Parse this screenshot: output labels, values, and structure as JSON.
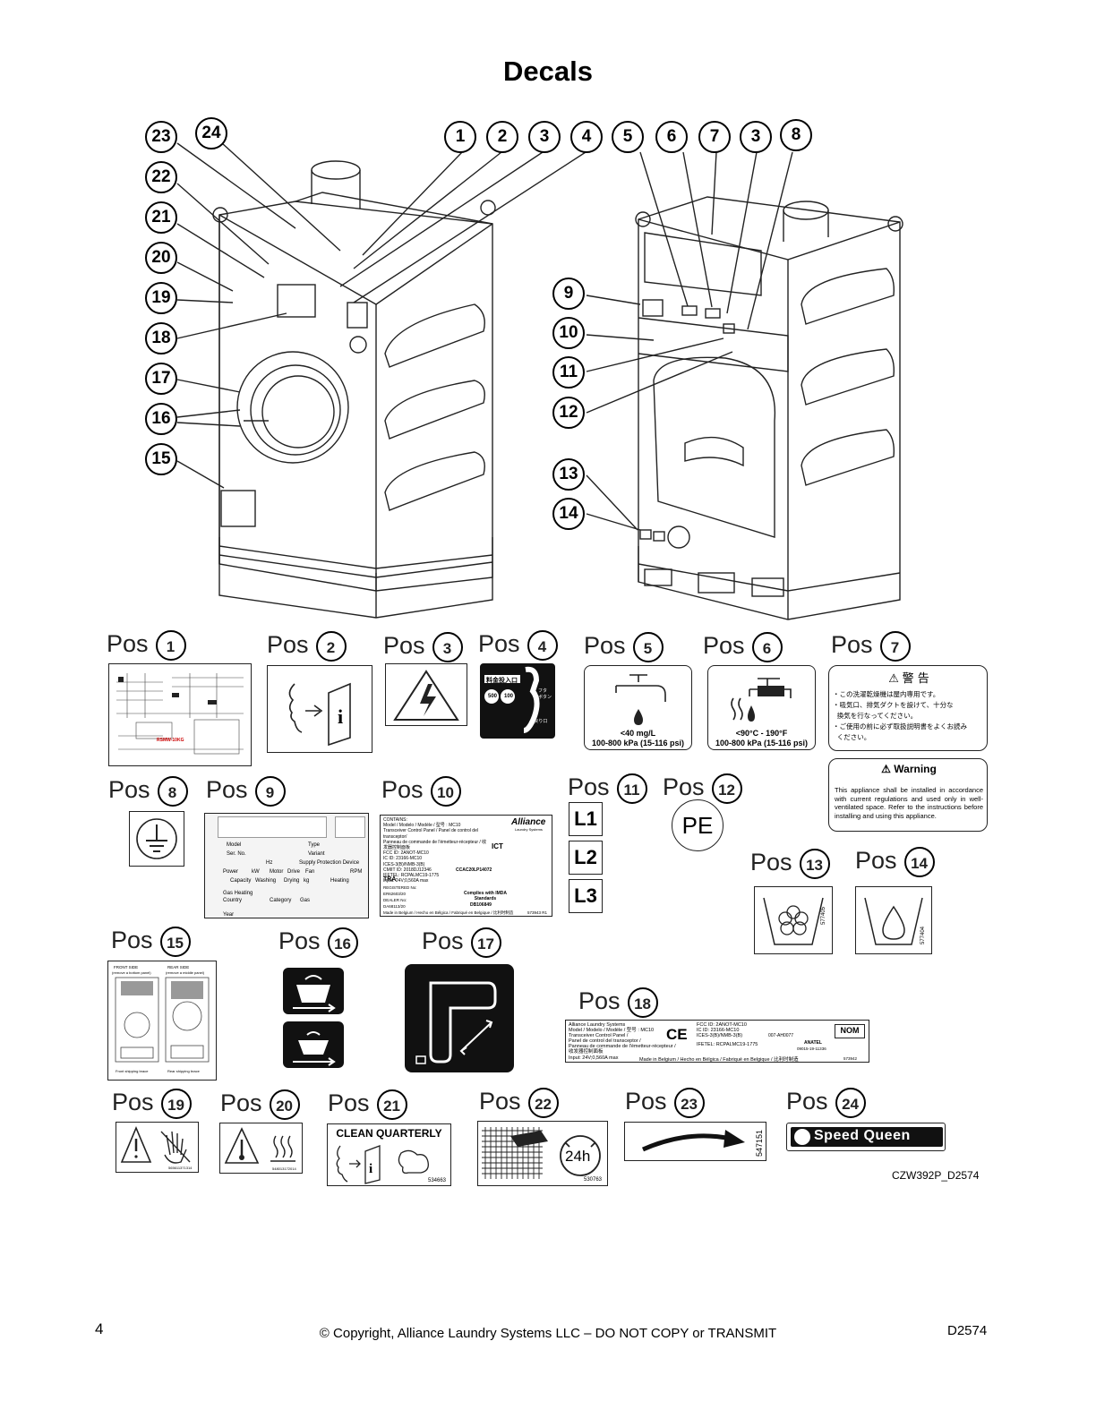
{
  "page": {
    "title": "Decals",
    "page_number": "4",
    "copyright": "© Copyright, Alliance Laundry Systems LLC – DO NOT COPY or TRANSMIT",
    "doc_code": "D2574",
    "figure_code": "CZW392P_D2574"
  },
  "callouts": {
    "front": [
      "23",
      "24",
      "1",
      "2",
      "3",
      "4",
      "22",
      "21",
      "20",
      "19",
      "18",
      "17",
      "16",
      "15"
    ],
    "rear": [
      "5",
      "6",
      "7",
      "3",
      "8",
      "9",
      "10",
      "11",
      "12",
      "13",
      "14"
    ]
  },
  "pos_label": "Pos",
  "decals": {
    "d1": {
      "num": "1",
      "text": "RSMW-10KG"
    },
    "d2": {
      "num": "2"
    },
    "d3": {
      "num": "3"
    },
    "d4": {
      "num": "4",
      "jp_top": "料金投入口",
      "coin1": "500",
      "coin2": "100",
      "jp_right": "フタ\nボタン",
      "jp_bottom": "◀ 戻り口"
    },
    "d5": {
      "num": "5",
      "line1": "<40 mg/L",
      "line2": "100-800 kPa (15-116 psi)"
    },
    "d6": {
      "num": "6",
      "line1": "<90°C - 190°F",
      "line2": "100-800 kPa (15-116 psi)"
    },
    "d7": {
      "num": "7",
      "jp_title": "警 告",
      "jp_lines": [
        "・この洗濯乾燥機は屋内専用です。",
        "・吸気口、排気ダクトを設けて、十分な",
        "  換気を行なってください。",
        "・ご使用の前に必ず取扱説明書をよくお読み",
        "  ください。"
      ],
      "en_title": "Warning",
      "en_text": "This appliance shall be installed in accordance with current regulations and used only in well-ventilated space. Refer to the instructions before installing and using this appliance."
    },
    "d8": {
      "num": "8"
    },
    "d9": {
      "num": "9",
      "model": "Model",
      "type": "Type",
      "ser": "Ser. No.",
      "variant": "Variant",
      "hz": "Hz",
      "supply": "Supply Protection Device",
      "power": "Power",
      "kw": "kW",
      "motor": "Motor",
      "drive": "Drive",
      "fan": "Fan",
      "rpm": "RPM",
      "capacity": "Capacity",
      "washing": "Washing",
      "drying": "Drying",
      "kg": "kg",
      "heating": "Heating",
      "gas_heating": "Gas Heating",
      "country": "Country",
      "category": "Category",
      "gas": "Gas",
      "year": "Year"
    },
    "d10": {
      "num": "10",
      "lines": [
        "CONTAINS:",
        "Model / Modelo / Modèle / 型号 : MC10",
        "Transceiver Control Panel / Panel de control del transceptor/",
        "Panneau de commande de l'émetteur-récepteur / 收发器控制面板",
        "FCC ID: 2ANOT-MC10",
        "IC ID: 23166-MC10",
        "ICES-3(B)/NMB-3(B)",
        "CMIIT ID: 2018DJ12346",
        "IFETEL: RCPALMC19-1775",
        "Input: 24V;0,560A max"
      ],
      "brand": "Alliance",
      "brand_sub": "Laundry Systems",
      "tra": "TRA",
      "registered": "REGISTERED No:",
      "dealer": "DEALER No:",
      "ids": [
        "ER62603/20",
        "DA68113/20"
      ],
      "imda": "Complies with IMDA Standards",
      "imda_no": "DB106849",
      "made_in": "Made in Belgium / Hecho en Bélgica / Fabriqué en Belgique / 比利时制造",
      "part": "573943 R1",
      "ict": "ICT",
      "ccac": "CCAC20LP14072"
    },
    "d11": {
      "num": "11",
      "l1": "L1",
      "l2": "L2",
      "l3": "L3"
    },
    "d12": {
      "num": "12",
      "text": "PE"
    },
    "d13": {
      "num": "13",
      "part": "577405"
    },
    "d14": {
      "num": "14",
      "part": "577404"
    },
    "d15": {
      "num": "15",
      "front": "FRONT SIDE",
      "front_sub": "(remove a bottom panel)",
      "rear": "REAR SIDE",
      "rear_sub": "(remove a middle panel)",
      "front_brace": "Front shipping brace",
      "rear_brace": "Rear shipping brace"
    },
    "d16": {
      "num": "16"
    },
    "d17": {
      "num": "17"
    },
    "d18": {
      "num": "18",
      "lines": [
        "Alliance Laundry Systems",
        "Model / Modelo / Modèle / 型号 : MC10",
        "Transceiver Control Panel /",
        "Panel de control del transceptor /",
        "Panneau de commande de l'émetteur-récepteur /",
        "收发器控制面板",
        "Input: 24V;0,560A max"
      ],
      "fcc": [
        "FCC ID: 2ANOT-MC10",
        "IC ID: 23166-MC10",
        "ICES-3(B)/NMB-3(B)",
        "IFETEL: RCPALMC19-1775"
      ],
      "made_in": "Made in Belgium / Hecho en Bélgica / Fabriqué en Belgique / 比利时制造",
      "anatel": "ANATEL",
      "anatel_no": "09015-19-11336",
      "cert": "007-AH0077",
      "part": "573942"
    },
    "d19": {
      "num": "19",
      "part": "565611371314"
    },
    "d20": {
      "num": "20",
      "part": "548013172014"
    },
    "d21": {
      "num": "21",
      "title": "CLEAN QUARTERLY",
      "part": "534663"
    },
    "d22": {
      "num": "22",
      "text": "24h",
      "part": "530763"
    },
    "d23": {
      "num": "23",
      "part": "547151"
    },
    "d24": {
      "num": "24",
      "text": "Speed Queen"
    }
  }
}
